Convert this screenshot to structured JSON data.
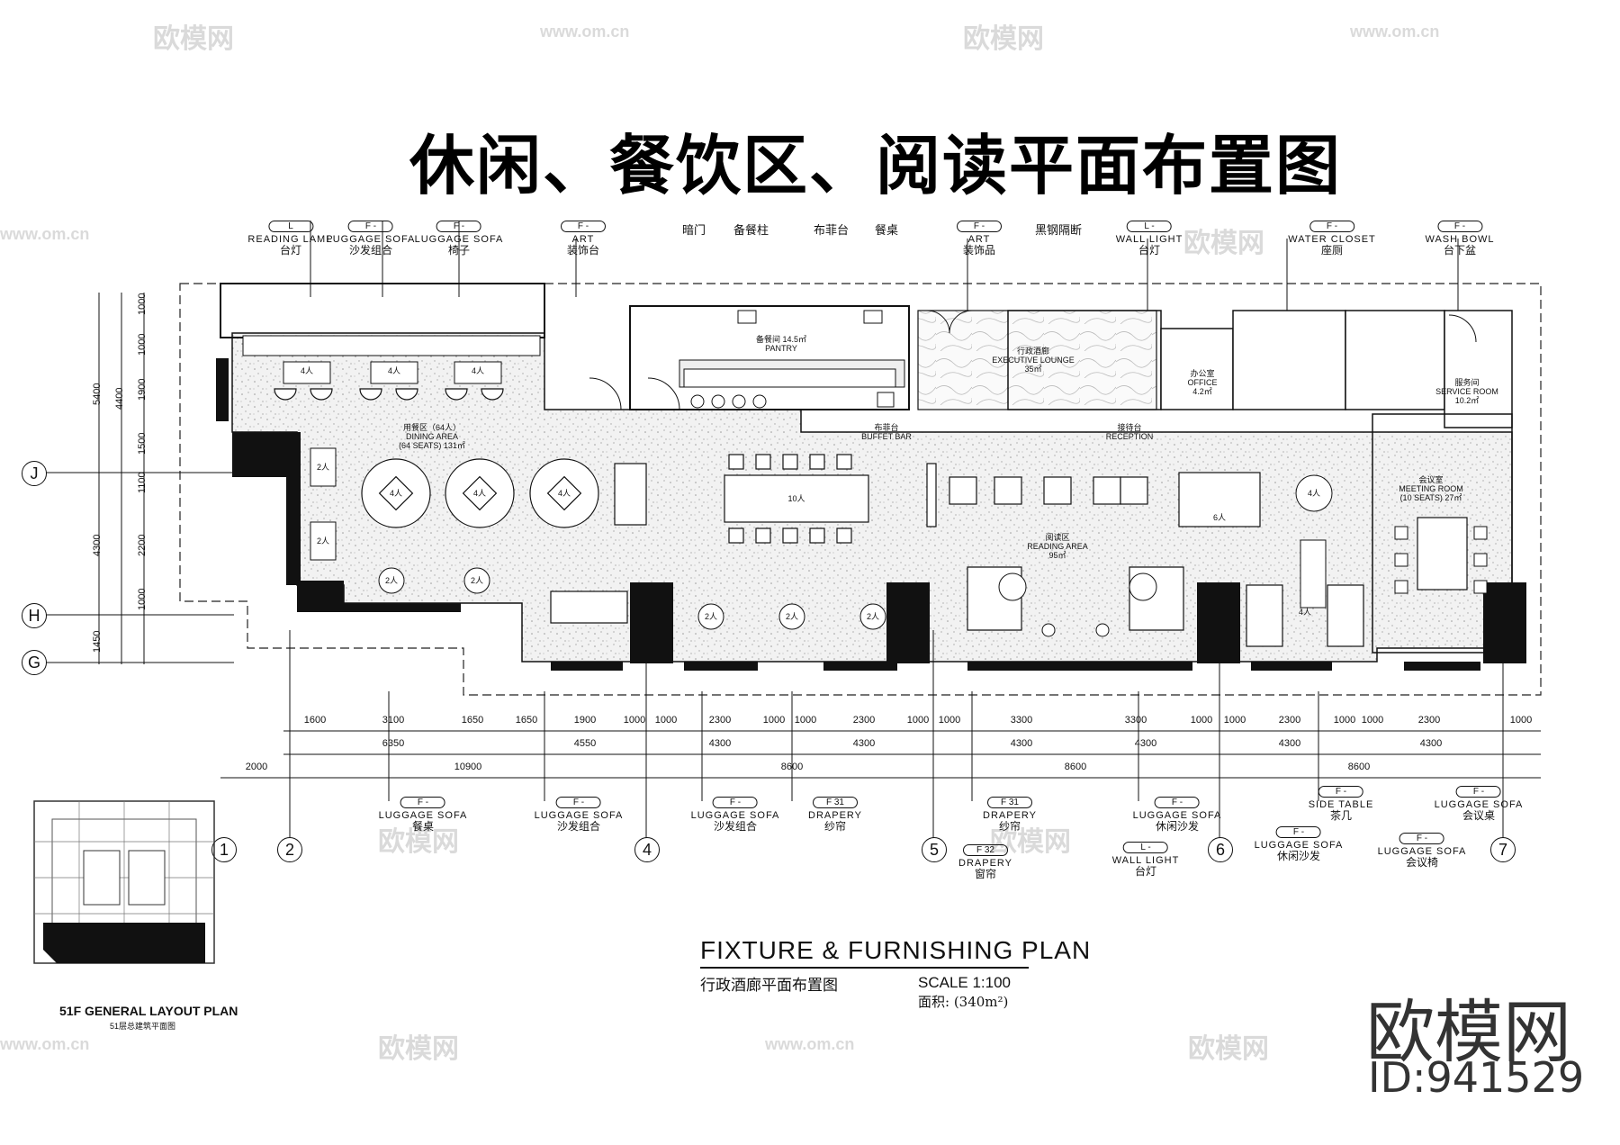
{
  "title": "休闲、餐饮区、阅读平面布置图",
  "top_tags": [
    {
      "code": "L",
      "en": "READING LAMP",
      "cn": "台灯"
    },
    {
      "code": "F  -",
      "en": "LUGGAGE SOFA",
      "cn": "沙发组合"
    },
    {
      "code": "F  -",
      "en": "LUGGAGE SOFA",
      "cn": "椅子"
    },
    {
      "code": "F  -",
      "en": "ART",
      "cn": "装饰台"
    },
    {
      "code": "F  -",
      "en": "ART",
      "cn": "装饰品"
    },
    {
      "code": "L  -",
      "en": "WALL LIGHT",
      "cn": "台灯"
    },
    {
      "code": "F  -",
      "en": "WATER CLOSET",
      "cn": "座厕"
    },
    {
      "code": "F  -",
      "en": "WASH BOWL",
      "cn": "台下盆"
    }
  ],
  "top_notes": [
    "暗门",
    "备餐柱",
    "布菲台",
    "餐桌",
    "黑钢隔断"
  ],
  "rooms": {
    "pantry": "备餐间 14.5㎡\nPANTRY",
    "executive_lounge": "行政酒廊\nEXECUTIVE LOUNGE\n35㎡",
    "office": "办公室\nOFFICE\n4.2㎡",
    "dining": "用餐区（64人）\nDINING AREA\n(64 SEATS) 131㎡",
    "reading": "阅读区\nREADING AREA\n95㎡",
    "meeting": "会议室\nMEETING ROOM\n(10 SEATS) 27㎡",
    "service": "服务间\nSERVICE ROOM\n10.2㎡",
    "buffet": "布菲台\nBUFFET BAR",
    "reception": "接待台\nRECEPTION"
  },
  "seat_labels": {
    "four": "4人",
    "two": "2人",
    "ten": "10人",
    "six": "6人"
  },
  "dims": {
    "row1": [
      "1600",
      "3100",
      "1650",
      "1650",
      "1900",
      "1000",
      "1000",
      "2300",
      "1000",
      "1000",
      "2300",
      "1000",
      "1000",
      "3300",
      "3300",
      "1000",
      "1000",
      "2300",
      "1000",
      "1000",
      "2300",
      "1000"
    ],
    "row2": [
      "6350",
      "4550",
      "4300",
      "4300",
      "4300",
      "4300",
      "4300",
      "4300"
    ],
    "row3": [
      "2000",
      "10900",
      "8600",
      "8600",
      "8600"
    ],
    "vertical_outer": [
      "5400",
      "4300",
      "1450"
    ],
    "vertical_inner": [
      "1000",
      "1000",
      "4400",
      "1900",
      "1500",
      "1100",
      "2200",
      "1000"
    ]
  },
  "grid_rows": [
    "J",
    "H",
    "G"
  ],
  "grid_cols": [
    "1",
    "2",
    "4",
    "5",
    "6",
    "7"
  ],
  "bottom_tags": [
    {
      "code": "F  -",
      "en": "LUGGAGE SOFA",
      "cn": "餐桌"
    },
    {
      "code": "F  -",
      "en": "LUGGAGE SOFA",
      "cn": "沙发组合"
    },
    {
      "code": "F  -",
      "en": "LUGGAGE SOFA",
      "cn": "沙发组合"
    },
    {
      "code": "F  31",
      "en": "DRAPERY",
      "cn": "纱帘"
    },
    {
      "code": "F  31",
      "en": "DRAPERY",
      "cn": "纱帘"
    },
    {
      "code": "F  32",
      "en": "DRAPERY",
      "cn": "窗帘"
    },
    {
      "code": "F  -",
      "en": "LUGGAGE SOFA",
      "cn": "休闲沙发"
    },
    {
      "code": "L  -",
      "en": "WALL LIGHT",
      "cn": "台灯"
    },
    {
      "code": "F  -",
      "en": "SIDE TABLE",
      "cn": "茶几"
    },
    {
      "code": "F  -",
      "en": "LUGGAGE SOFA",
      "cn": "休闲沙发"
    },
    {
      "code": "F  -",
      "en": "LUGGAGE SOFA",
      "cn": "会议桌"
    },
    {
      "code": "F  -",
      "en": "LUGGAGE SOFA",
      "cn": "会议椅"
    }
  ],
  "plan_title": "FIXTURE & FURNISHING PLAN",
  "plan_subtitle": "行政酒廊平面布置图",
  "scale": "SCALE    1:100",
  "area": "面积:   (340m²)",
  "key_plan_title": "51F GENERAL LAYOUT PLAN",
  "key_plan_subtitle": "51层总建筑平面图",
  "brand": "欧模网",
  "brand_id": "ID:941529",
  "watermark": "欧模网",
  "watermark_url": "www.om.cn"
}
